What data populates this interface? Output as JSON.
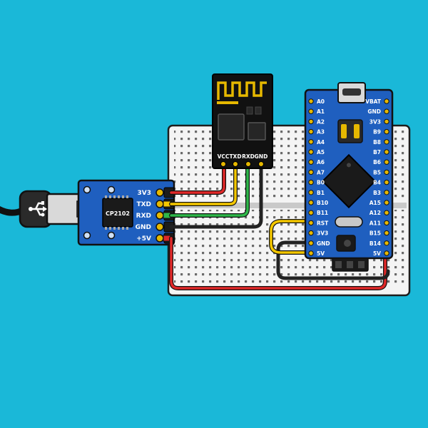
{
  "colors": {
    "background": "#1ab8d8",
    "pcb_blue": "#1f5fbf",
    "pcb_black": "#111111",
    "breadboard": "#f4f4f4",
    "wire_red": "#e02828",
    "wire_yellow": "#f5c800",
    "wire_green": "#2fb84a",
    "wire_black": "#222222",
    "pad_gold": "#e6b800"
  },
  "esp_module": {
    "pins": [
      "VCC",
      "TXD",
      "RXD",
      "GND"
    ]
  },
  "usb_adapter": {
    "chip_label": "CP2102",
    "pins": [
      "3V3",
      "TXD",
      "RXD",
      "GND",
      "+5V"
    ],
    "usb_icon": "usb-symbol-icon"
  },
  "mcu_board": {
    "left_pins": [
      "A0",
      "A1",
      "A2",
      "A3",
      "A4",
      "A5",
      "A6",
      "A7",
      "B0",
      "B1",
      "B10",
      "B11",
      "RST",
      "3V3",
      "GND",
      "5V"
    ],
    "right_pins": [
      "VBAT",
      "GND",
      "3V3",
      "B9",
      "B8",
      "B7",
      "B6",
      "B5",
      "B4",
      "B3",
      "A15",
      "A12",
      "A11",
      "B15",
      "B14",
      "5V"
    ]
  }
}
